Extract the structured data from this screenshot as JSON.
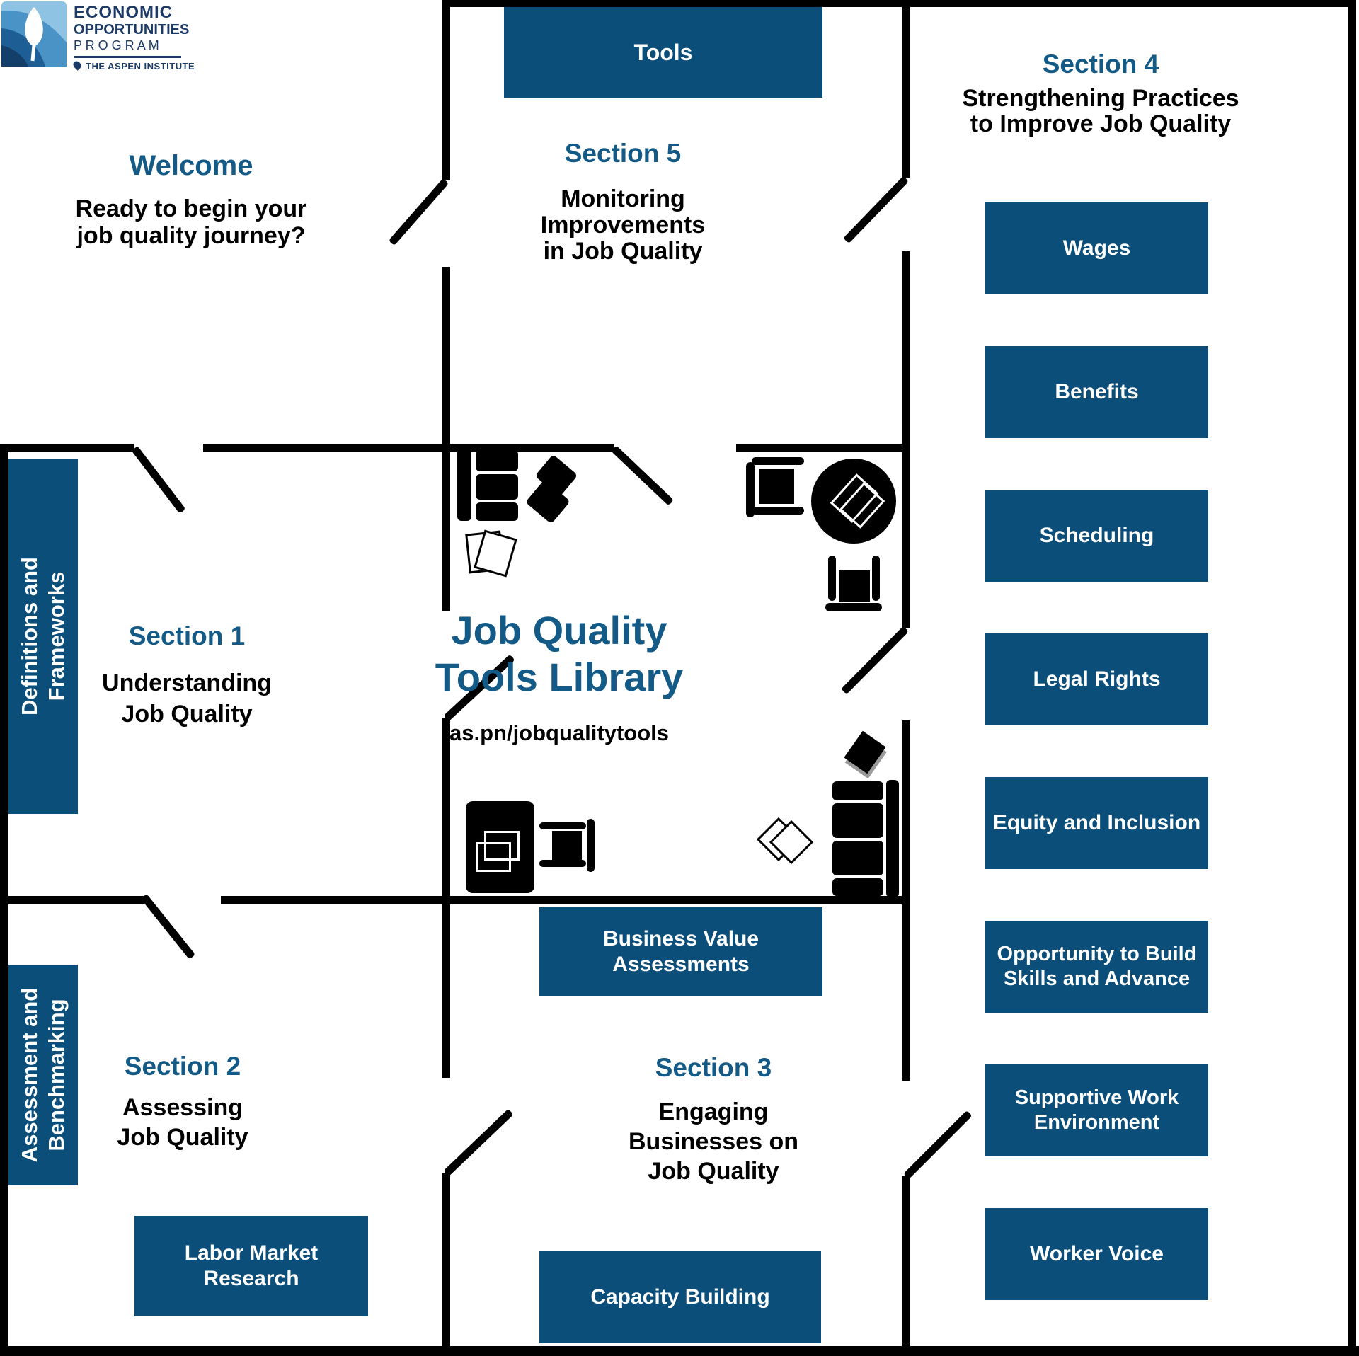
{
  "colors": {
    "button_blue": "#0B4E79",
    "heading_blue": "#135A87",
    "logo_navy": "#1C3A66"
  },
  "logo": {
    "line1": "ECONOMIC",
    "line2": "OPPORTUNITIES",
    "line3": "P R O G R A M",
    "tagline": "THE ASPEN INSTITUTE"
  },
  "welcome": {
    "title": "Welcome",
    "line1": "Ready to begin your",
    "line2": "job quality journey?"
  },
  "library": {
    "title_line1": "Job Quality",
    "title_line2": "Tools Library",
    "url": "as.pn/jobqualitytools"
  },
  "sections": {
    "s1": {
      "title": "Section 1",
      "line1": "Understanding",
      "line2": "Job Quality"
    },
    "s2": {
      "title": "Section 2",
      "line1": "Assessing",
      "line2": "Job Quality"
    },
    "s3": {
      "title": "Section 3",
      "line1": "Engaging",
      "line2": "Businesses on",
      "line3": "Job Quality"
    },
    "s4": {
      "title": "Section 4",
      "line1": "Strengthening Practices",
      "line2": "to Improve Job Quality"
    },
    "s5": {
      "title": "Section 5",
      "line1": "Monitoring",
      "line2": "Improvements",
      "line3": "in Job Quality"
    }
  },
  "buttons": {
    "tools": "Tools",
    "wages": "Wages",
    "benefits": "Benefits",
    "scheduling": "Scheduling",
    "legal_rights": "Legal Rights",
    "equity": "Equity and Inclusion",
    "opportunity_line1": "Opportunity to Build",
    "opportunity_line2": "Skills and Advance",
    "supportive_line1": "Supportive Work",
    "supportive_line2": "Environment",
    "worker_voice": "Worker Voice",
    "business_value_line1": "Business Value",
    "business_value_line2": "Assessments",
    "capacity": "Capacity Building",
    "labor_line1": "Labor Market",
    "labor_line2": "Research",
    "definitions_line1": "Definitions and",
    "definitions_line2": "Frameworks",
    "assessment_line1": "Assessment and",
    "assessment_line2": "Benchmarking"
  }
}
